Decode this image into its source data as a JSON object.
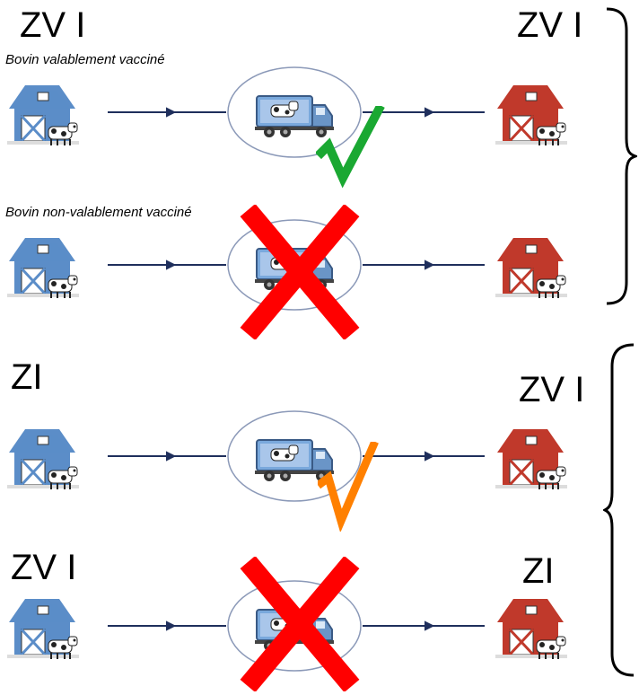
{
  "scenarios": [
    {
      "origin_zone": "ZV I",
      "destination_zone": "ZV I",
      "caption": "Bovin valablement vacciné",
      "outcome": "allowed",
      "mark_color": "#1aa832"
    },
    {
      "origin_zone": "",
      "destination_zone": "",
      "caption": "Bovin non-valablement vacciné",
      "outcome": "forbidden",
      "mark_color": "#ff0000"
    },
    {
      "origin_zone": "ZI",
      "destination_zone": "ZV I",
      "caption": "",
      "outcome": "allowed-conditional",
      "mark_color": "#ff8000"
    },
    {
      "origin_zone": "ZV I",
      "destination_zone": "ZI",
      "caption": "",
      "outcome": "forbidden",
      "mark_color": "#ff0000"
    }
  ],
  "colors": {
    "origin_barn": "#5b8dc8",
    "destination_barn": "#c0392b",
    "arrow": "#1f2f5c",
    "truck_cab": "#6a95c7",
    "truck_box": "#79a8dc",
    "hub_stroke": "#8b99b8"
  },
  "icons": {
    "origin": "blue-barn-icon",
    "destination": "red-barn-icon",
    "transport": "cattle-truck-icon",
    "allowed": "check-mark-icon",
    "forbidden": "cross-mark-icon"
  }
}
